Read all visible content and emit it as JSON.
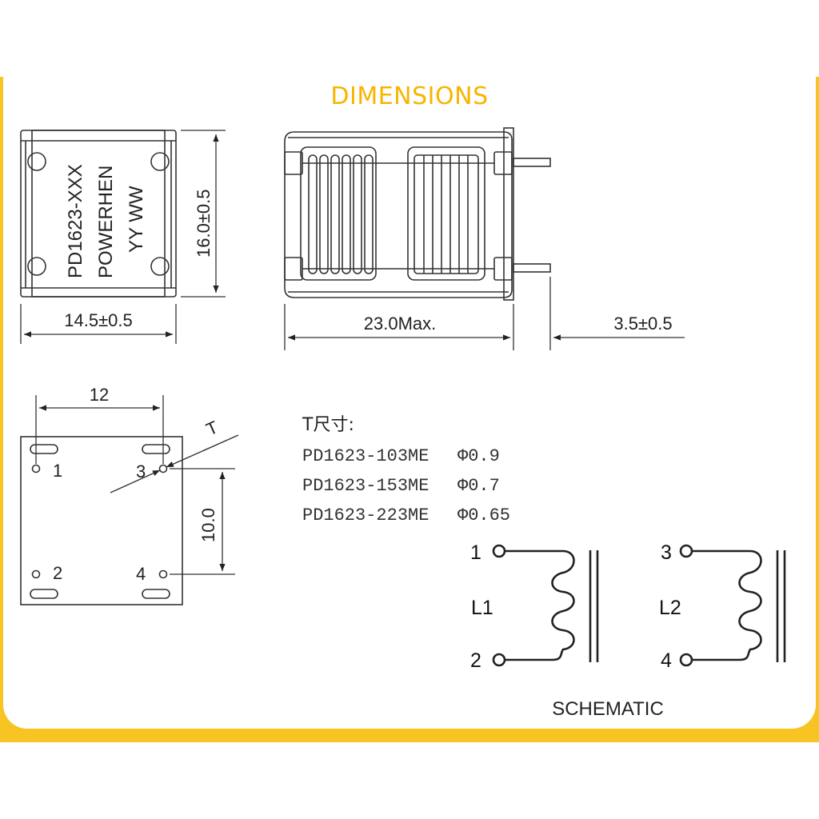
{
  "title": "DIMENSIONS",
  "top_view": {
    "marking_lines": [
      "PD1623-XXX",
      "POWERHEN",
      "YY WW"
    ],
    "width_label": "14.5±0.5",
    "height_label": "16.0±0.5"
  },
  "side_view": {
    "length_label": "23.0Max.",
    "pin_label": "3.5±0.5"
  },
  "footprint": {
    "pitch_x_label": "12",
    "pitch_y_label": "10.0",
    "thickness_label": "T",
    "pins": [
      "1",
      "2",
      "3",
      "4"
    ]
  },
  "t_table": {
    "caption": "T尺寸:",
    "rows": [
      {
        "model": "PD1623-103ME",
        "value": "Φ0.9"
      },
      {
        "model": "PD1623-153ME",
        "value": "Φ0.7"
      },
      {
        "model": "PD1623-223ME",
        "value": "Φ0.65"
      }
    ]
  },
  "schematic": {
    "title": "SCHEMATIC",
    "coil1": {
      "label": "L1",
      "pin_top": "1",
      "pin_bottom": "2"
    },
    "coil2": {
      "label": "L2",
      "pin_top": "3",
      "pin_bottom": "4"
    }
  },
  "colors": {
    "accent": "#f7c423",
    "title": "#f7b500",
    "line": "#222222"
  }
}
